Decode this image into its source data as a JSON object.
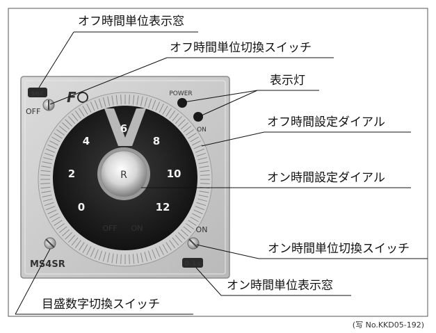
{
  "callouts": [
    {
      "id": "off-time-unit-window",
      "text": "オフ時間単位表示窓"
    },
    {
      "id": "off-time-unit-switch",
      "text": "オフ時間単位切換スイッチ"
    },
    {
      "id": "indicator-lamp",
      "text": "表示灯"
    },
    {
      "id": "off-time-dial",
      "text": "オフ時間設定ダイアル"
    },
    {
      "id": "on-time-dial",
      "text": "オン時間設定ダイアル"
    },
    {
      "id": "on-time-unit-switch",
      "text": "オン時間単位切換スイッチ"
    },
    {
      "id": "on-time-unit-window",
      "text": "オン時間単位表示窓"
    },
    {
      "id": "scale-number-switch",
      "text": "目盛数字切換スイッチ"
    }
  ],
  "device": {
    "off_window": "sec",
    "on_window": "0.1s",
    "brand": "F",
    "power_label": "POWER",
    "on_lamp_label": "ON",
    "off_label": "OFF",
    "on_label": "ON",
    "model": "MS4SR",
    "dial_numbers": [
      "0",
      "2",
      "4",
      "6",
      "8",
      "10",
      "12"
    ],
    "dial_off": "OFF",
    "dial_on": "ON",
    "center_mark": "R"
  },
  "caption": "(写 No.KKD05-192)"
}
